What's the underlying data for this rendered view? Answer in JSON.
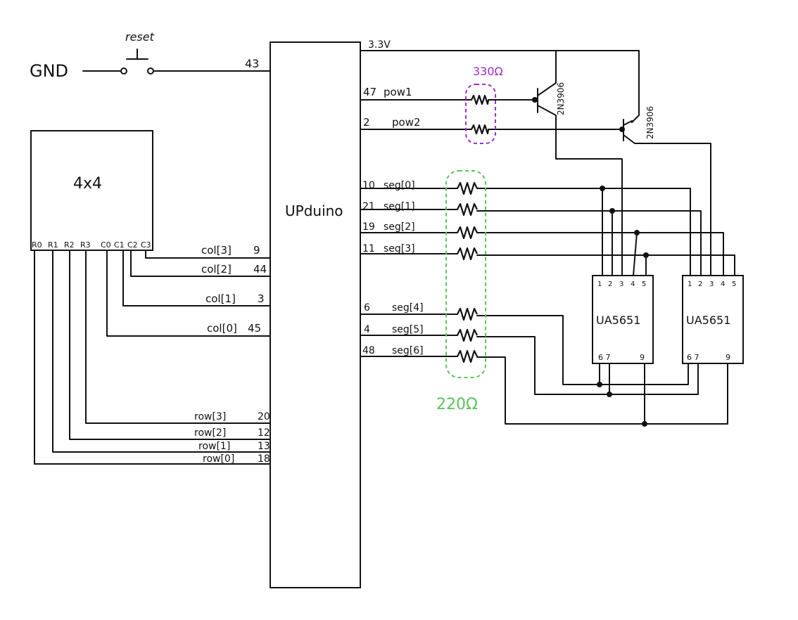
{
  "colors": {
    "ink": "#111111",
    "purple": "#9b2fc9",
    "green": "#5cc35a"
  },
  "gnd": {
    "label": "GND",
    "pin": "43"
  },
  "reset": {
    "label": "reset"
  },
  "mcu": {
    "label": "UPduino"
  },
  "keypad": {
    "label": "4x4",
    "pins": [
      "R0",
      "R1",
      "R2",
      "R3",
      "C0",
      "C1",
      "C2",
      "C3"
    ]
  },
  "supply": {
    "label": "3.3V"
  },
  "pow": [
    {
      "pin": "47",
      "name": "pow1"
    },
    {
      "pin": "2",
      "name": "pow2"
    }
  ],
  "transistors": [
    "2N3906",
    "2N3906"
  ],
  "resistor_groups": [
    {
      "label": "330Ω",
      "color": "purple"
    },
    {
      "label": "220Ω",
      "color": "green"
    }
  ],
  "cols": [
    {
      "name": "col[3]",
      "pin": "9"
    },
    {
      "name": "col[2]",
      "pin": "44"
    },
    {
      "name": "col[1]",
      "pin": "3"
    },
    {
      "name": "col[0]",
      "pin": "45"
    }
  ],
  "rows": [
    {
      "name": "row[3]",
      "pin": "20"
    },
    {
      "name": "row[2]",
      "pin": "12"
    },
    {
      "name": "row[1]",
      "pin": "13"
    },
    {
      "name": "row[0]",
      "pin": "18"
    }
  ],
  "segs": [
    {
      "pin": "10",
      "name": "seg[0]"
    },
    {
      "pin": "21",
      "name": "seg[1]"
    },
    {
      "pin": "19",
      "name": "seg[2]"
    },
    {
      "pin": "11",
      "name": "seg[3]"
    },
    {
      "pin": "6",
      "name": "seg[4]"
    },
    {
      "pin": "4",
      "name": "seg[5]"
    },
    {
      "pin": "48",
      "name": "seg[6]"
    }
  ],
  "displays": [
    {
      "label": "UA5651",
      "top_pins": [
        "1",
        "2",
        "3",
        "4",
        "5"
      ],
      "bottom_left": "6 7",
      "bottom_right": "9"
    },
    {
      "label": "UA5651",
      "top_pins": [
        "1",
        "2",
        "3",
        "4",
        "5"
      ],
      "bottom_left": "6 7",
      "bottom_right": "9"
    }
  ]
}
